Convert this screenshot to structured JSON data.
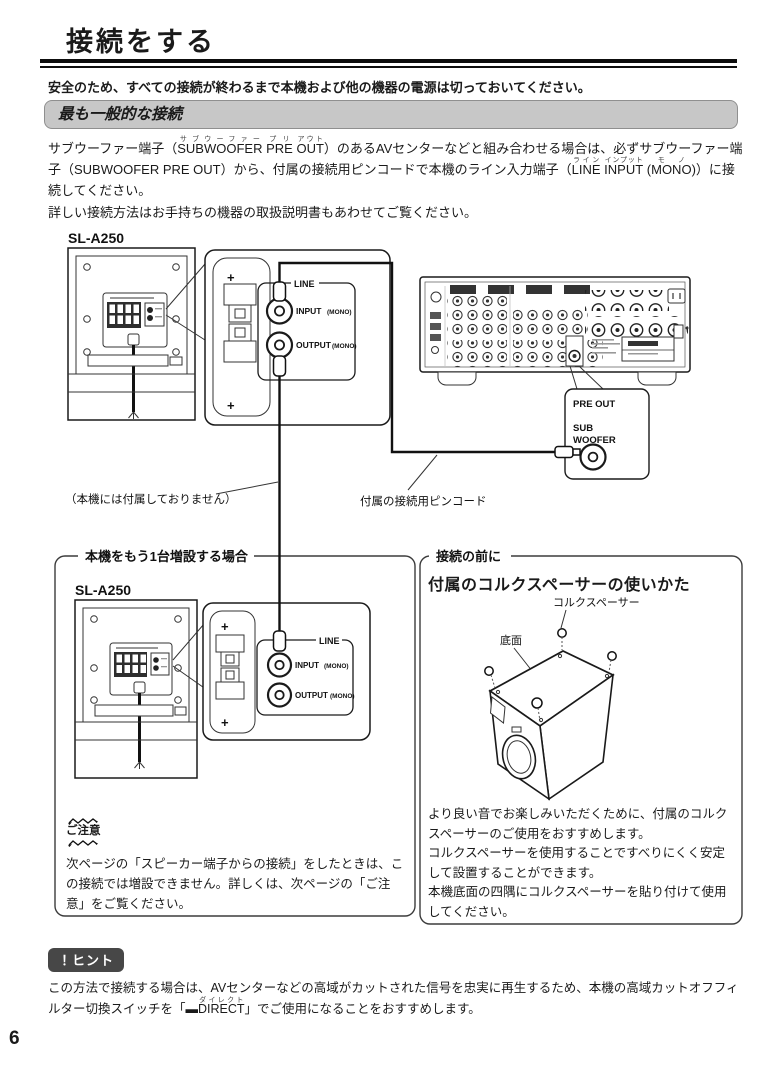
{
  "page": {
    "title": "接続をする",
    "number": "6"
  },
  "intro": {
    "safety": "安全のため、すべての接続が終わるまで本機および他の機器の電源は切っておいてください。",
    "banner": "最も一般的な接続"
  },
  "description": {
    "main_segments": [
      {
        "t": "サブウーファー端子（"
      },
      {
        "t": "SUBWOOFER",
        "r": "サブウーファー"
      },
      {
        "t": " "
      },
      {
        "t": "PRE",
        "r": "プリ"
      },
      {
        "t": " "
      },
      {
        "t": "OUT",
        "r": "アウト"
      },
      {
        "t": "）のあるAVセンターなどと組み合わせる場合は、必ずサブウーファー端子（SUBWOOFER PRE OUT）から、付属の接続用ピンコードで本機のライン入力端子（"
      },
      {
        "t": "LINE",
        "r": "ライン"
      },
      {
        "t": " "
      },
      {
        "t": "INPUT",
        "r": "インプット"
      },
      {
        "t": " ("
      },
      {
        "t": "MONO",
        "r": "モノ"
      },
      {
        "t": ")）に接続してください。"
      }
    ],
    "more": "詳しい接続方法はお手持ちの機器の取扱説明書もあわせてご覧ください。"
  },
  "diagram": {
    "model": "SL-A250",
    "line": "LINE",
    "input": "INPUT",
    "output": "OUTPUT",
    "mono": "(MONO)",
    "plus": "+",
    "not_included": "（本機には付属しておりません）",
    "pin_cord": "付属の接続用ピンコード",
    "pre_out": "PRE OUT",
    "sub": "SUB",
    "woofer": "WOOFER"
  },
  "expansion": {
    "legend": "本機をもう1台増設する場合",
    "caution_title": "ご注意",
    "caution_body": "次ページの「スピーカー端子からの接続」をしたときは、この接続では増設できません。詳しくは、次ページの「ご注意」をご覧ください。"
  },
  "cork": {
    "legend": "接続の前に",
    "title": "付属のコルクスペーサーの使いかた",
    "spacer_label": "コルクスペーサー",
    "bottom_label": "底面",
    "body": [
      "より良い音でお楽しみいただくために、付属のコルクスペーサーのご使用をおすすめします。",
      "コルクスペーサーを使用することですべりにくく安定して設置することができます。",
      "本機底面の四隅にコルクスペーサーを貼り付けて使用してください。"
    ]
  },
  "hint": {
    "badge": "！ヒント",
    "segments": [
      {
        "t": "この方法で接続する場合は、AVセンターなどの高域がカットされた信号を忠実に再生するため、本機の高域カットオフフィルター切換スイッチを「▬"
      },
      {
        "t": "DIRECT",
        "r": "ダイレクト"
      },
      {
        "t": "」でご使用になることをおすすめします。"
      }
    ]
  },
  "colors": {
    "banner_bg": "#c7c7c7",
    "badge_bg": "#474747",
    "ink": "#1a1a1a"
  }
}
